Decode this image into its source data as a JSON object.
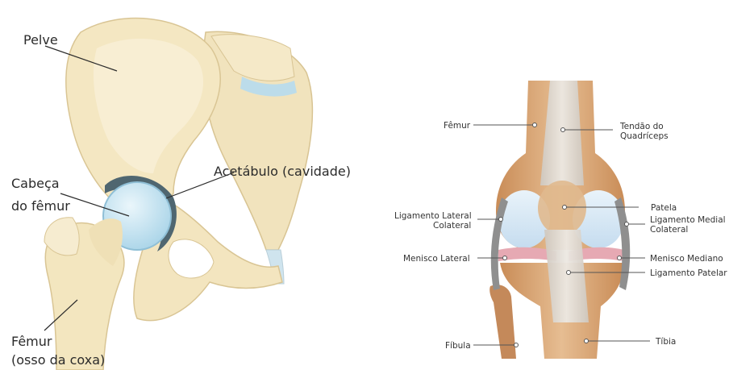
{
  "hip": {
    "pelvis": "Pelve",
    "acetabulum": "Acetábulo (cavidade)",
    "femoral_head_line1": "Cabeça",
    "femoral_head_line2": "do fêmur",
    "femur_line1": "Fêmur",
    "femur_line2": "(osso da coxa)"
  },
  "knee": {
    "femur": "Fêmur",
    "quad_tendon_line1": "Tendão do",
    "quad_tendon_line2": "Quadríceps",
    "patella": "Patela",
    "lcl_line1": "Ligamento Lateral",
    "lcl_line2": "Colateral",
    "mcl_line1": "Ligamento Medial",
    "mcl_line2": "Colateral",
    "lateral_meniscus": "Menisco Lateral",
    "medial_meniscus": "Menisco Mediano",
    "patellar_ligament": "Ligamento Patelar",
    "fibula": "Fíbula",
    "tibia": "Tíbia"
  },
  "colors": {
    "bone": "#f3e6bf",
    "bone_shadow": "#e2cf9b",
    "cartilage": "#bfe0ef",
    "knee_bone": "#d9a878",
    "knee_tendon": "#d8d3cc",
    "ligament": "#9a9a9a",
    "meniscus": "#e8aeb6"
  }
}
